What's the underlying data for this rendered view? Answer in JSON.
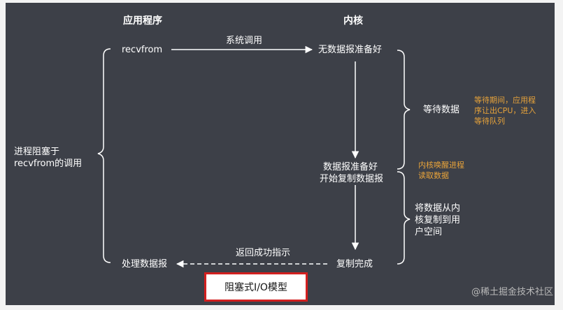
{
  "headers": {
    "app": "应用程序",
    "kernel": "内核"
  },
  "app_side": {
    "recvfrom": "recvfrom",
    "process_data": "处理数据报",
    "blocked_line1": "进程阻塞于",
    "blocked_line2": "recvfrom的调用"
  },
  "arrows": {
    "syscall": "系统调用",
    "return_success": "返回成功指示"
  },
  "kernel_side": {
    "no_data_ready": "无数据报准备好",
    "data_ready_line1": "数据报准备好",
    "data_ready_line2": "开始复制数据报",
    "copy_done": "复制完成"
  },
  "phases": {
    "wait_data": "等待数据",
    "copy_line1": "将数据从内",
    "copy_line2": "核复制到用",
    "copy_line3": "户空间"
  },
  "notes": {
    "wait_note_line1": "等待期间，应用程",
    "wait_note_line2": "序让出CPU，进入",
    "wait_note_line3": "等待队列",
    "wake_note_line1": "内核唤醒进程",
    "wake_note_line2": "读取数据"
  },
  "caption": "阻塞式I/O模型",
  "watermark": "@稀土掘金技术社区",
  "colors": {
    "background": "#3d4048",
    "note": "#e8a33a",
    "caption_border": "#d21f1f"
  }
}
